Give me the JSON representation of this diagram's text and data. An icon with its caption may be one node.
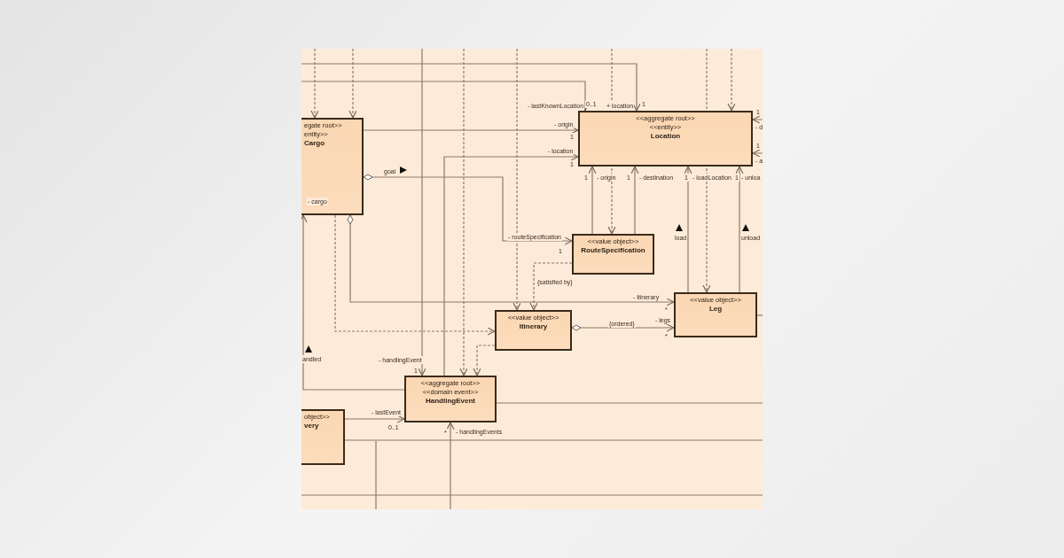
{
  "diagram": {
    "nodes": [
      {
        "text": [
          "egate root>>",
          "entity>>",
          "Cargo"
        ]
      },
      {
        "text": [
          "<<aggregate root>>",
          "<<entity>>",
          "Location"
        ]
      },
      {
        "text": [
          "<<value object>>",
          "RouteSpecification"
        ]
      },
      {
        "text": [
          "<<value object>>",
          "Itinerary"
        ]
      },
      {
        "text": [
          "<<value object>>",
          "Leg"
        ]
      },
      {
        "text": [
          "<<aggregate root>>",
          "<<domain event>>",
          "HandlingEvent"
        ]
      },
      {
        "text": [
          "object>>",
          "very"
        ]
      }
    ],
    "edges": [
      {
        "from": null,
        "to": 1,
        "arrow": "to",
        "label": "- lastKnownLocation"
      },
      {
        "from": null,
        "to": 1,
        "arrow": "to",
        "label": "+ location"
      },
      {
        "from": 0,
        "to": 1,
        "arrow": "to",
        "label": "- origin"
      },
      {
        "from": 5,
        "to": 1,
        "arrow": "to",
        "label": "- location"
      },
      {
        "from": 0,
        "to": 2,
        "arrow": "to",
        "label": "- routeSpecification"
      },
      {
        "from": 2,
        "to": 1,
        "arrow": "to",
        "label": "- origin"
      },
      {
        "from": 2,
        "to": 1,
        "arrow": "to",
        "label": "- destination"
      },
      {
        "from": 4,
        "to": 1,
        "arrow": "to",
        "label": "- loadLocation"
      },
      {
        "from": 4,
        "to": 1,
        "arrow": "to",
        "label": "- unloa"
      },
      {
        "from": 0,
        "to": 4,
        "arrow": "to",
        "label": "- itinerary"
      },
      {
        "from": 3,
        "to": 4,
        "arrow": "to",
        "label": "{ordered}"
      },
      {
        "from": 2,
        "to": 3,
        "arrow": "to",
        "label": "{satisfied by}",
        "style": "dashed"
      },
      {
        "from": 0,
        "to": 3,
        "arrow": "to",
        "style": "dashed"
      },
      {
        "from": null,
        "to": 5,
        "arrow": "to",
        "label": "- handlingEvent"
      },
      {
        "from": null,
        "to": 5,
        "arrow": "to",
        "style": "dashed"
      },
      {
        "from": 3,
        "to": 5,
        "arrow": "to",
        "style": "dashed"
      },
      {
        "from": 6,
        "to": 5,
        "arrow": "to",
        "label": "- lastEvent"
      },
      {
        "from": null,
        "to": 5,
        "arrow": "to",
        "label": "- handlingEvents"
      },
      {
        "from": 5,
        "to": 0,
        "arrow": "to",
        "label": "- cargo"
      },
      {
        "from": null,
        "to": 0,
        "arrow": "to",
        "style": "dashed"
      },
      {
        "from": null,
        "to": 0,
        "arrow": "to",
        "style": "dashed"
      },
      {
        "from": null,
        "to": 1,
        "arrow": "to",
        "style": "dashed"
      },
      {
        "from": null,
        "to": 2,
        "arrow": "to",
        "style": "dashed"
      },
      {
        "from": null,
        "to": 4,
        "arrow": "to",
        "style": "dashed"
      },
      {
        "from": null,
        "to": 1,
        "arrow": "to",
        "label": "- d"
      },
      {
        "from": null,
        "to": 1,
        "arrow": "to",
        "label": "- a"
      },
      {
        "from": 5,
        "to": null,
        "arrow": "none"
      },
      {
        "from": 6,
        "to": null,
        "arrow": "none"
      },
      {
        "from": 4,
        "to": null,
        "arrow": "none"
      },
      {
        "from": null,
        "to": 3,
        "arrow": "to",
        "style": "dashed"
      }
    ],
    "labels": [
      "0..1",
      "1",
      "1",
      "1",
      "goal",
      "1",
      "1",
      "1",
      "1",
      "1",
      "1",
      "load",
      "unload",
      "1",
      "*",
      "- legs",
      "*",
      "andled",
      "1",
      "0..1",
      "*"
    ]
  }
}
